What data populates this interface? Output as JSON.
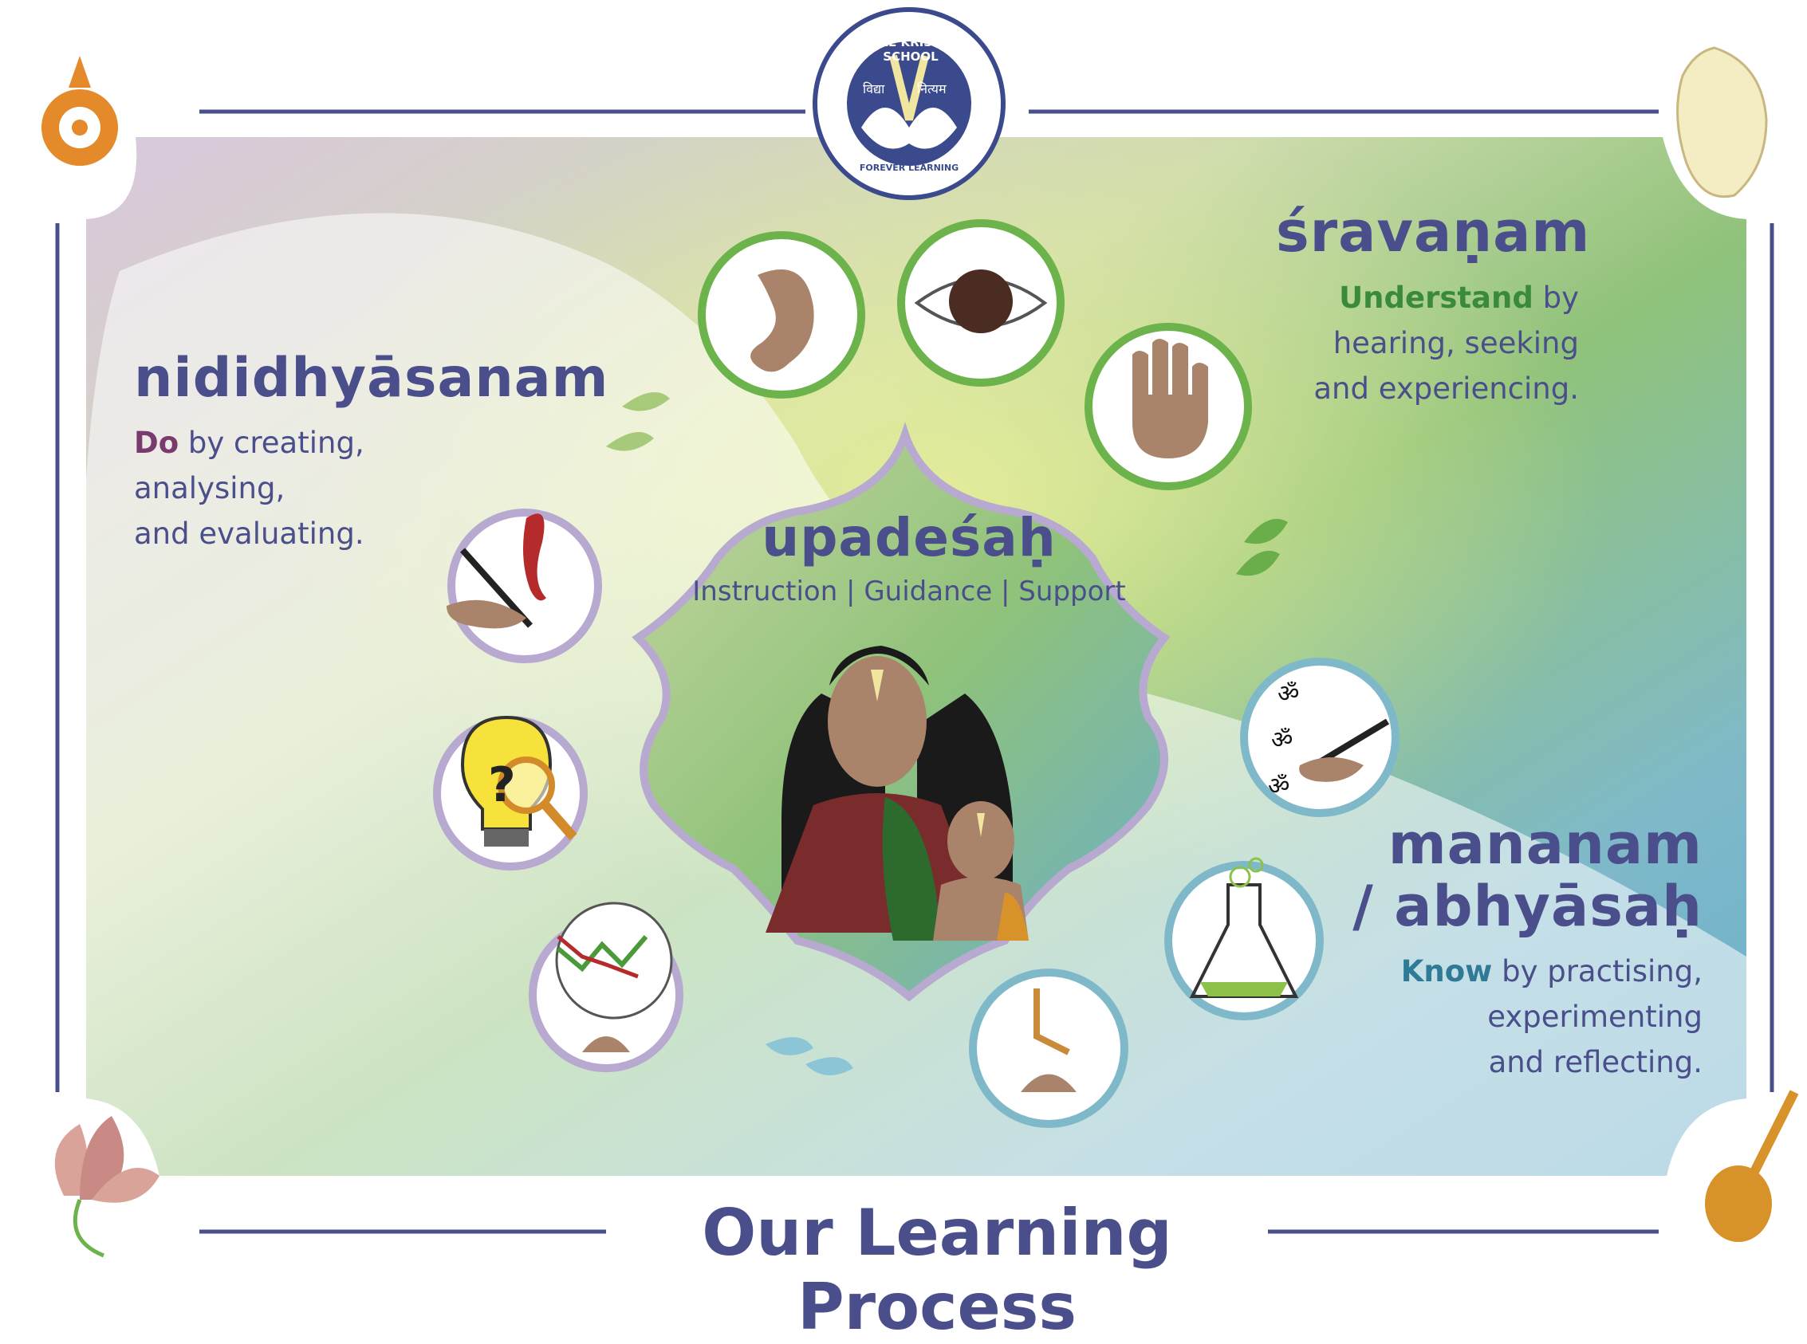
{
  "logo": {
    "name": "HARE KRISHNA SCHOOL",
    "motto": "FOREVER LEARNING",
    "left_word": "विद्या",
    "right_word": "नित्यम"
  },
  "sravanam": {
    "title": "śravaṇam",
    "keyword": "Understand",
    "line1_rest": " by",
    "line2": "hearing, seeking",
    "line3": "and experiencing."
  },
  "nididhyasanam": {
    "title": "nididhyāsanam",
    "keyword": "Do",
    "line1_rest": " by creating,",
    "line2": "analysing,",
    "line3": "and evaluating."
  },
  "upadesah": {
    "title": "upadeśaḥ",
    "subtitle": "Instruction | Guidance | Support"
  },
  "mananam": {
    "title_line1": "mananam",
    "title_line2": "/ abhyāsaḥ",
    "keyword": "Know",
    "line1_rest": " by practising,",
    "line2": "experimenting",
    "line3": "and reflecting."
  },
  "footer": {
    "title": "Our Learning Process"
  },
  "om_glyph": "ॐ",
  "question_glyph": "?",
  "colors": {
    "primary_text": "#4a4f8c",
    "green_accent": "#3a8a3c",
    "purple_accent": "#7a3a6e",
    "teal_accent": "#2f7a96"
  }
}
